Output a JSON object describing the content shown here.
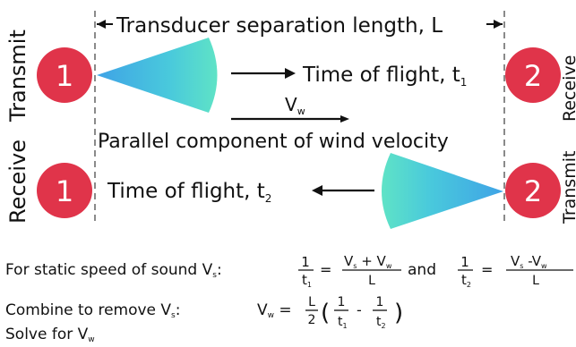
{
  "separation_label": "Transducer separation length, L",
  "side_labels": {
    "left_top": "Transmit",
    "left_bottom": "Receive",
    "right_top": "Receive",
    "right_bottom": "Transmit"
  },
  "transducers": {
    "top_left": "1",
    "top_right": "2",
    "bottom_left": "1",
    "bottom_right": "2"
  },
  "flights": {
    "tof1": {
      "text": "Time of flight, t",
      "sub": "1"
    },
    "tof2": {
      "text": "Time of flight, t",
      "sub": "2"
    }
  },
  "wind": {
    "symbol": "V",
    "sub": "w",
    "label": "Parallel component of wind velocity"
  },
  "equations": {
    "static_prefix": "For static speed of sound V",
    "static_prefix_sub": "s",
    "and": "and",
    "eq1_num": "1",
    "eq1_den": "t",
    "eq1_den_sub": "1",
    "eq1_rhs_num": "V",
    "eq1_rhs_num_sub1": "s",
    "eq1_rhs_plus": " + V",
    "eq1_rhs_num_sub2": "w",
    "eq1_rhs_den": "L",
    "eq2_num": "1",
    "eq2_den": "t",
    "eq2_den_sub": "2",
    "eq2_rhs_num": "V",
    "eq2_rhs_num_sub1": "s",
    "eq2_rhs_minus": " -V",
    "eq2_rhs_num_sub2": "w",
    "eq2_rhs_den": "L",
    "combine_prefix": "Combine to remove V",
    "combine_prefix_sub": "s",
    "combine_lhs": "V",
    "combine_lhs_sub": "w",
    "combine_frac_num": "L",
    "combine_frac_den": "2",
    "combine_open": "(",
    "combine_close": ")",
    "combine_t1": "t",
    "combine_t1_sub": "1",
    "combine_t2": "t",
    "combine_t2_sub": "2",
    "combine_one": "1",
    "combine_minus": "-",
    "solve_prefix": "Solve for V",
    "solve_prefix_sub": "w"
  },
  "colors": {
    "badge": "#e0344a",
    "cone_tip": "#3fa3e6",
    "cone_mid": "#49c9dc",
    "cone_edge": "#5fe3c6"
  }
}
